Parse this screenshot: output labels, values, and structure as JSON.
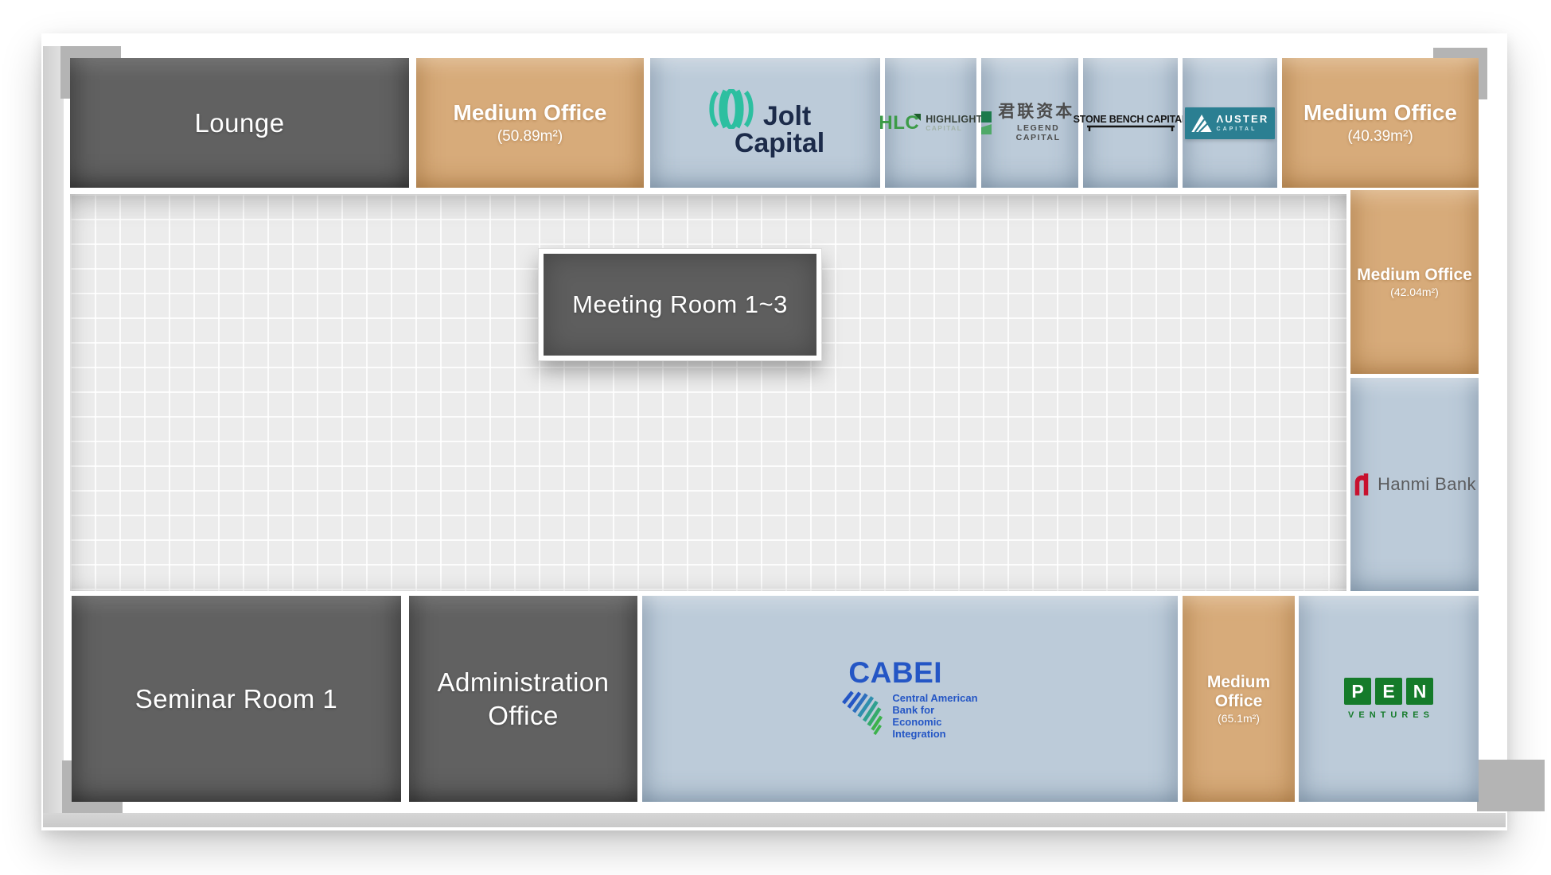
{
  "rooms": {
    "lounge": {
      "label": "Lounge"
    },
    "medium_office_a": {
      "label": "Medium Office",
      "area": "(50.89m²)"
    },
    "medium_office_b": {
      "label": "Medium Office",
      "area": "(40.39m²)"
    },
    "medium_office_c": {
      "label": "Medium Office",
      "area": "(42.04m²)"
    },
    "medium_office_d": {
      "label": "Medium Office",
      "area": "(65.1m²)"
    },
    "meeting_room": {
      "label": "Meeting Room 1~3"
    },
    "seminar_room": {
      "label": "Seminar Room 1"
    },
    "admin_office": {
      "label": "Administration Office"
    }
  },
  "tenants": {
    "jolt": {
      "word": "Jolt",
      "word2": "Capital"
    },
    "highlight": {
      "abbr": "HLC",
      "name": "HIGHLIGHT",
      "sub": "CAPITAL"
    },
    "legend": {
      "cn": "君联资本",
      "en": "LEGEND CAPITAL"
    },
    "stone_bench": {
      "name": "STONE BENCH CAPITAL"
    },
    "auster": {
      "name": "ΛUSTER",
      "sub": "CAPITAL"
    },
    "hanmi": {
      "name": "Hanmi Bank"
    },
    "cabei": {
      "abbr": "CABEI",
      "lines": [
        "Central American",
        "Bank for",
        "Economic",
        "Integration"
      ]
    },
    "pen": {
      "letters": [
        "P",
        "E",
        "N"
      ],
      "sub": "VENTURES"
    }
  },
  "colors": {
    "dark_room": "#616161",
    "office_tan": "#d7ab7a",
    "tenant_blue": "#bccbd9",
    "grid_floor": "#ececec",
    "jolt_teal": "#2dbfa0",
    "jolt_navy": "#1c2b4a",
    "hlc_green": "#3c9b47",
    "legend_green": "#1c7a4b",
    "auster_teal": "#2b7f92",
    "hanmi_red": "#c8102e",
    "cabei_blue": "#2456c5",
    "pen_green": "#157b2a"
  }
}
